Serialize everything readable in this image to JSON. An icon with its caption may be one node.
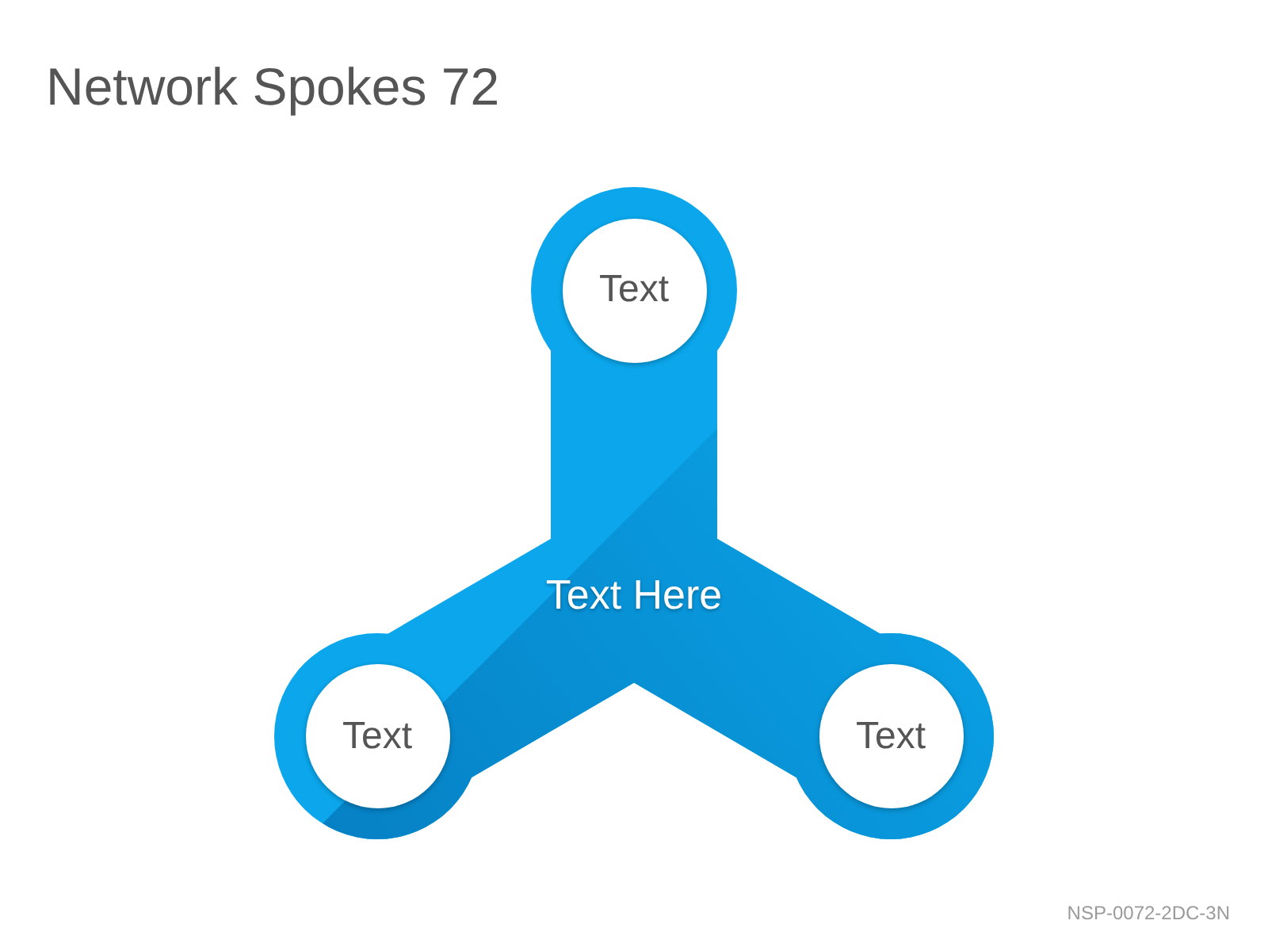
{
  "diagram": {
    "title": "Network Spokes 72",
    "nodes": [
      {
        "text": [
          "Text Here"
        ]
      },
      {
        "text": [
          "Text"
        ],
        "in": 0
      },
      {
        "text": [
          "Text"
        ],
        "in": 0
      },
      {
        "text": [
          "Text"
        ],
        "in": 0
      }
    ],
    "labels": [
      "NSP-0072-2DC-3N"
    ]
  }
}
